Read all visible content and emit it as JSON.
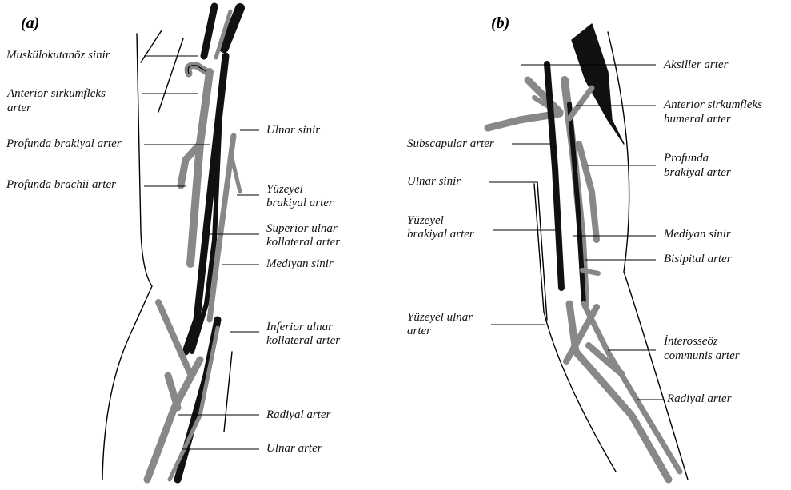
{
  "panel_a": {
    "tag": "(a)",
    "labels": {
      "muskulokutanoz": "Muskülokutanöz sinir",
      "ant_sirkumfleks_1": "Anterior sirkumfleks",
      "ant_sirkumfleks_2": "arter",
      "profunda_brakiyal": "Profunda brakiyal arter",
      "profunda_brachii": "Profunda brachii arter",
      "ulnar_sinir": "Ulnar sinir",
      "yuzeyel_brakiyal_1": "Yüzeyel",
      "yuzeyel_brakiyal_2": "brakiyal arter",
      "superior_ulnar_1": "Superior ulnar",
      "superior_ulnar_2": "kollateral arter",
      "mediyan_sinir": "Mediyan sinir",
      "inferior_ulnar_1": "İnferior ulnar",
      "inferior_ulnar_2": "kollateral arter",
      "radiyal_arter": "Radiyal arter",
      "ulnar_arter": "Ulnar arter"
    }
  },
  "panel_b": {
    "tag": "(b)",
    "labels": {
      "aksiller": "Aksiller arter",
      "ant_sirkumfleks_1": "Anterior sirkumfleks",
      "ant_sirkumfleks_2": "humeral arter",
      "subscapular": "Subscapular arter",
      "profunda_1": "Profunda",
      "profunda_2": "brakiyal arter",
      "ulnar_sinir": "Ulnar sinir",
      "yuzeyel_brakiyal_1": "Yüzeyel",
      "yuzeyel_brakiyal_2": "brakiyal arter",
      "mediyan_sinir": "Mediyan sinir",
      "bisipital": "Bisipital arter",
      "yuzeyel_ulnar_1": "Yüzeyel ulnar",
      "yuzeyel_ulnar_2": "arter",
      "interosseoz_1": "İnterosseöz",
      "interosseoz_2": "communis arter",
      "radiyal": "Radiyal arter"
    }
  },
  "colors": {
    "artery_gray": "#8c8c8c",
    "nerve_black": "#111111",
    "outline": "#000000"
  }
}
